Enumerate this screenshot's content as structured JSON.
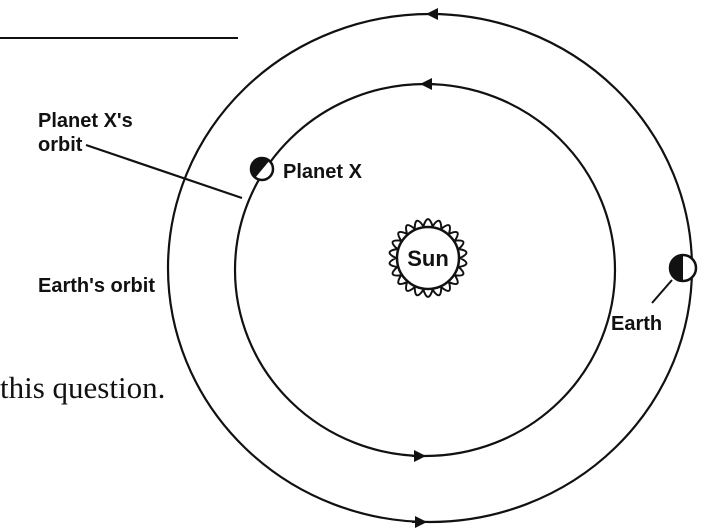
{
  "labels": {
    "planet_x_orbit_line1": "Planet X's",
    "planet_x_orbit_line2": "orbit",
    "planet_x": "Planet X",
    "sun": "Sun",
    "earth_orbit": "Earth's orbit",
    "earth": "Earth"
  },
  "text_fragment": "this question."
}
